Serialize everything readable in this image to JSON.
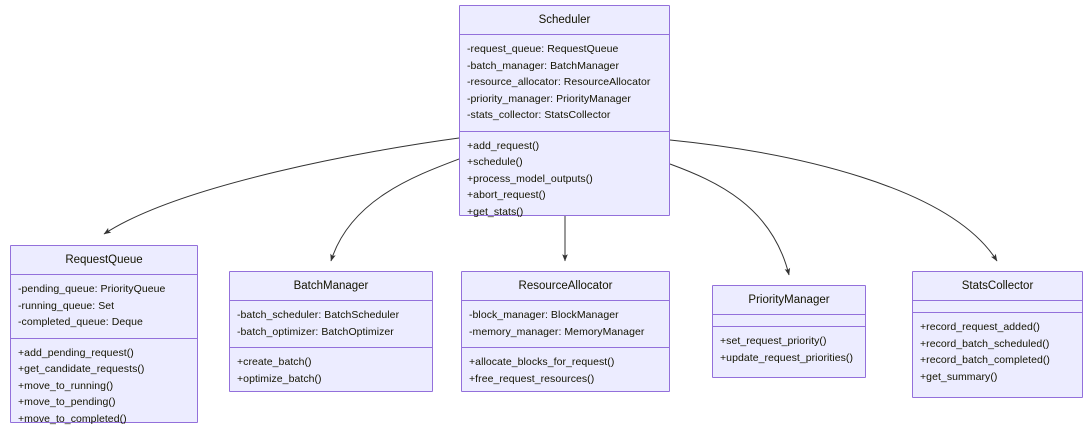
{
  "diagram": {
    "type": "uml-class-diagram",
    "title": "Scheduler class diagram",
    "colors": {
      "box_fill": "#ECECFF",
      "box_border": "#9370DB",
      "text": "#131300",
      "edge": "#333333",
      "background": "#FFFFFF"
    },
    "classes": [
      {
        "id": "scheduler",
        "name": "Scheduler",
        "attributes": [
          "-request_queue: RequestQueue",
          "-batch_manager: BatchManager",
          "-resource_allocator: ResourceAllocator",
          "-priority_manager: PriorityManager",
          "-stats_collector: StatsCollector"
        ],
        "methods": [
          "+add_request()",
          "+schedule()",
          "+process_model_outputs()",
          "+abort_request()",
          "+get_stats()"
        ]
      },
      {
        "id": "request-queue",
        "name": "RequestQueue",
        "attributes": [
          "-pending_queue: PriorityQueue",
          "-running_queue: Set",
          "-completed_queue: Deque"
        ],
        "methods": [
          "+add_pending_request()",
          "+get_candidate_requests()",
          "+move_to_running()",
          "+move_to_pending()",
          "+move_to_completed()"
        ]
      },
      {
        "id": "batch-manager",
        "name": "BatchManager",
        "attributes": [
          "-batch_scheduler: BatchScheduler",
          "-batch_optimizer: BatchOptimizer"
        ],
        "methods": [
          "+create_batch()",
          "+optimize_batch()"
        ]
      },
      {
        "id": "resource-allocator",
        "name": "ResourceAllocator",
        "attributes": [
          "-block_manager: BlockManager",
          "-memory_manager: MemoryManager"
        ],
        "methods": [
          "+allocate_blocks_for_request()",
          "+free_request_resources()"
        ]
      },
      {
        "id": "priority-manager",
        "name": "PriorityManager",
        "attributes": [],
        "methods": [
          "+set_request_priority()",
          "+update_request_priorities()"
        ]
      },
      {
        "id": "stats-collector",
        "name": "StatsCollector",
        "attributes": [],
        "methods": [
          "+record_request_added()",
          "+record_batch_scheduled()",
          "+record_batch_completed()",
          "+get_summary()"
        ]
      }
    ],
    "relationships": [
      {
        "from": "Scheduler",
        "to": "RequestQueue",
        "kind": "association-arrow"
      },
      {
        "from": "Scheduler",
        "to": "BatchManager",
        "kind": "association-arrow"
      },
      {
        "from": "Scheduler",
        "to": "ResourceAllocator",
        "kind": "association-arrow"
      },
      {
        "from": "Scheduler",
        "to": "PriorityManager",
        "kind": "association-arrow"
      },
      {
        "from": "Scheduler",
        "to": "StatsCollector",
        "kind": "association-arrow"
      }
    ]
  }
}
